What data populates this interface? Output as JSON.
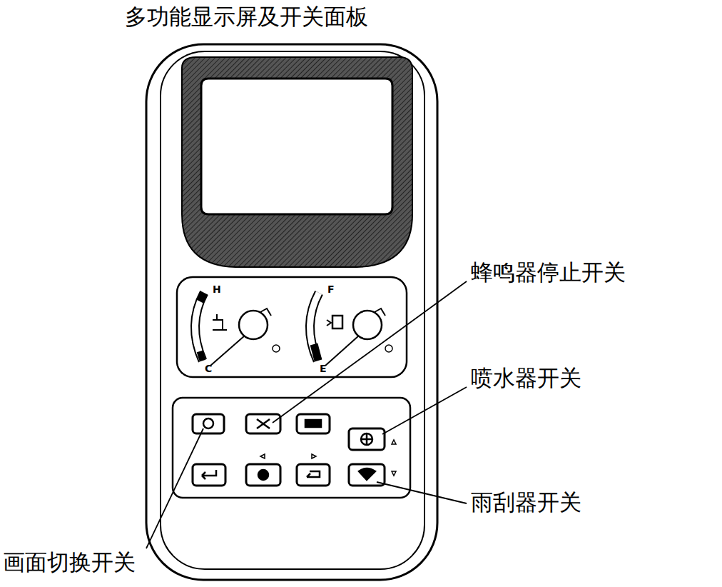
{
  "diagram": {
    "title": "多功能显示屏及开关面板",
    "labels": [
      "H",
      "C",
      "F",
      "E",
      "蜂鸣器停止开关",
      "喷水器开关",
      "雨刮器开关",
      "画面切换开关"
    ]
  }
}
